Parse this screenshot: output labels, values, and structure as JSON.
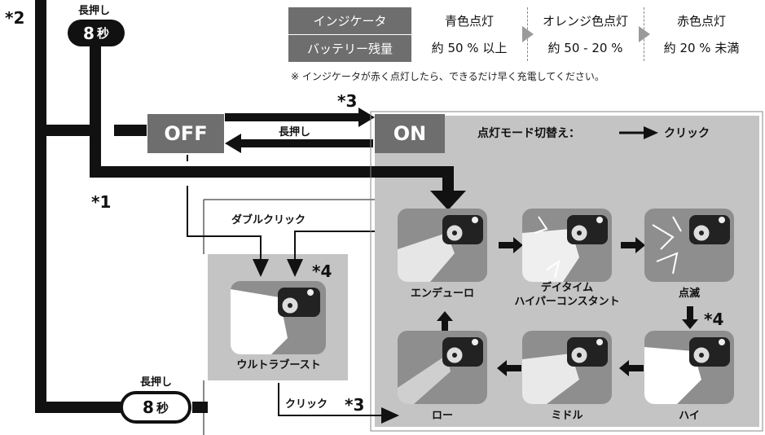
{
  "indicator_table": {
    "row_headers": [
      "インジケータ",
      "バッテリー残量"
    ],
    "colors": [
      "青色点灯",
      "オレンジ色点灯",
      "赤色点灯"
    ],
    "levels": [
      "約 50 % 以上",
      "約 50 - 20 %",
      "約 20 % 未満"
    ]
  },
  "note": "※ インジケータが赤く点灯したら、できるだけ早く充電してください。",
  "labels": {
    "long_press": "長押し",
    "duration_num": "8",
    "duration_unit": "秒",
    "star1": "*1",
    "star2": "*2",
    "star3": "*3",
    "star4": "*4",
    "off": "OFF",
    "on": "ON",
    "double_click": "ダブルクリック",
    "click": "クリック",
    "mode_switch": "点灯モード切替え："
  },
  "modes": {
    "enduro": "エンデューロ",
    "daytime_line1": "デイタイム",
    "daytime_line2": "ハイパーコンスタント",
    "blink": "点滅",
    "high": "ハイ",
    "mid": "ミドル",
    "low": "ロー",
    "ultra": "ウルトラブースト"
  },
  "colors": {
    "dark": "#111111",
    "state_gray": "#6e6e6e",
    "panel_gray": "#c4c4c4"
  }
}
